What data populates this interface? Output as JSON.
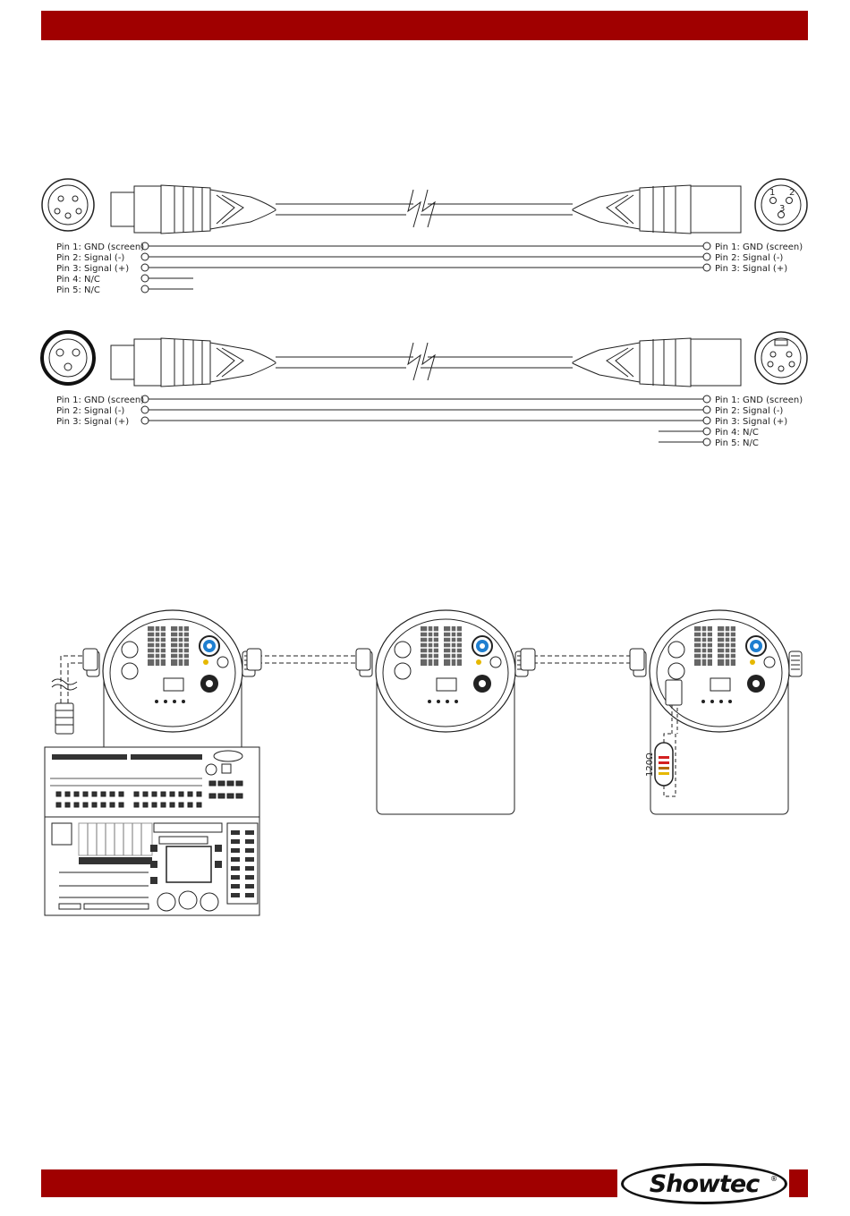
{
  "logo": {
    "text": "Show",
    "text2": "tec",
    "reg": "®"
  },
  "cable1": {
    "left_pins": [
      "Pin 1: GND (screen)",
      "Pin 2: Signal (-)",
      "Pin 3: Signal (+)",
      "Pin 4: N/C",
      "Pin 5: N/C"
    ],
    "right_pins": [
      "Pin 1: GND (screen)",
      "Pin 2: Signal (-)",
      "Pin 3: Signal (+)"
    ]
  },
  "cable2": {
    "left_pins": [
      "Pin 1: GND (screen)",
      "Pin 2: Signal (-)",
      "Pin 3: Signal (+)"
    ],
    "right_pins": [
      "Pin 1: GND (screen)",
      "Pin 2: Signal (-)",
      "Pin 3: Signal (+)",
      "Pin 4: N/C",
      "Pin 5: N/C"
    ]
  },
  "connector_pin_numbers": {
    "one": "1",
    "two": "2",
    "three": "3"
  },
  "terminator_label": "120Ω",
  "colors": {
    "brand_red": "#a00000",
    "line": "#222222"
  }
}
